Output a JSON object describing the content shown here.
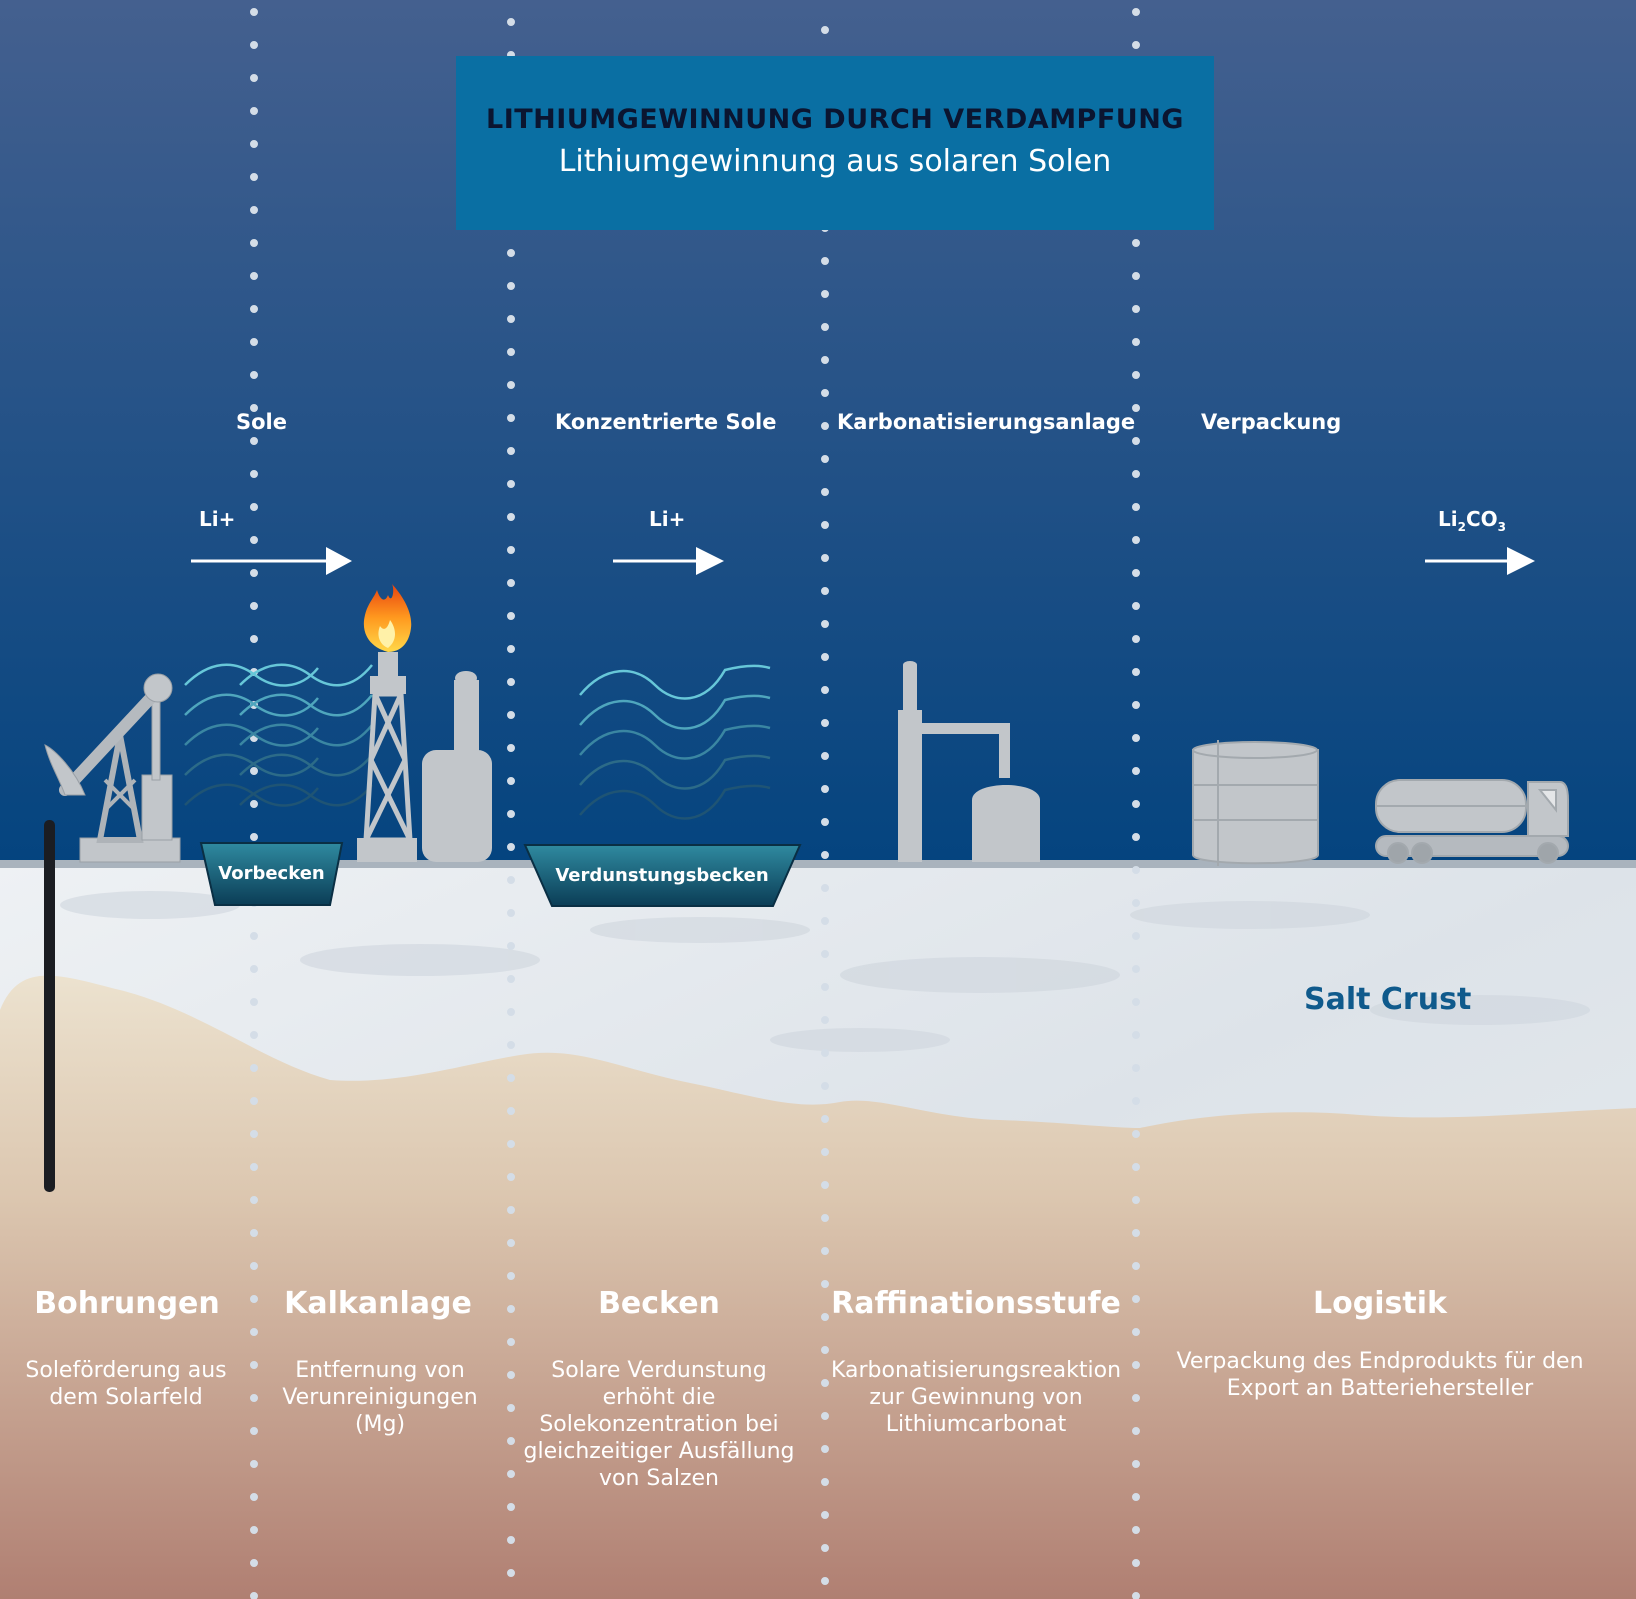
{
  "title": "LITHIUMGEWINNUNG DURCH VERDAMPFUNG",
  "subtitle": "Lithiumgewinnung aus solaren Solen",
  "stage_labels": [
    "Sole",
    "Konzentrierte Sole",
    "Karbonatisierungsanlage",
    "Verpackung"
  ],
  "ions": {
    "li_plus_1": "Li+",
    "li_plus_2": "Li+",
    "li2co3": {
      "base": "Li",
      "sub1": "2",
      "mid": "CO",
      "sub2": "3"
    }
  },
  "pools": {
    "vorbecken": "Vorbecken",
    "verdunstung": "Verdunstungsbecken"
  },
  "salt_crust": "Salt Crust",
  "steps": [
    {
      "title": "Bohrungen",
      "desc": "Soleförderung aus dem Solarfeld"
    },
    {
      "title": "Kalkanlage",
      "desc": "Entfernung von Verunreinigungen (Mg)"
    },
    {
      "title": "Becken",
      "desc": "Solare Verdunstung erhöht die Solekonzentration bei gleichzeitiger Ausfällung von Salzen"
    },
    {
      "title": "Raffinationsstufe",
      "desc": "Karbonatisierungsreaktion zur Gewinnung von Lithiumcarbonat"
    },
    {
      "title": "Logistik",
      "desc": "Verpackung des Endprodukts für den Export an Batteriehersteller"
    }
  ],
  "colors": {
    "sky_top": "#44608f",
    "sky_bottom": "#04447f",
    "title_box": "#0a6fa3",
    "salt": "#e6eaee",
    "sand_top": "#e8dcc6",
    "soil_bottom": "#b07f72",
    "equipment": "#bfc3c7"
  }
}
